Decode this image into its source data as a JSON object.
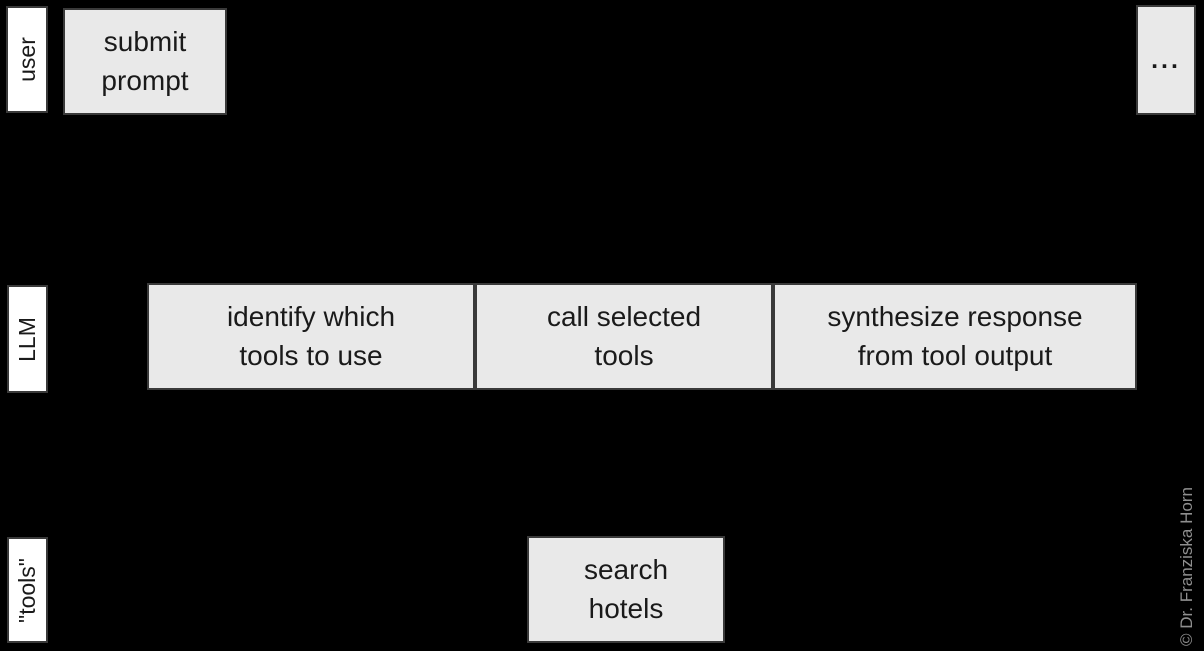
{
  "colors": {
    "background": "#000000",
    "box_fill": "#e9e9e9",
    "label_fill": "#ffffff",
    "border_color": "#3a3a3a",
    "text_color": "#1a1a1a",
    "credit_color": "#8f8f8f"
  },
  "lanes": {
    "user": {
      "label": "user"
    },
    "llm": {
      "label": "LLM"
    },
    "tools": {
      "label": "\"tools\""
    }
  },
  "boxes": {
    "submit_prompt": {
      "text": "submit\nprompt"
    },
    "ellipsis": {
      "text": "..."
    },
    "identify_tools": {
      "text": "identify which\ntools to use"
    },
    "call_selected_tools": {
      "text": "call selected\ntools"
    },
    "synthesize_response": {
      "text": "synthesize response\nfrom tool output"
    },
    "search_hotels": {
      "text": "search\nhotels"
    }
  },
  "credit": {
    "text": "© Dr. Franziska Horn"
  }
}
